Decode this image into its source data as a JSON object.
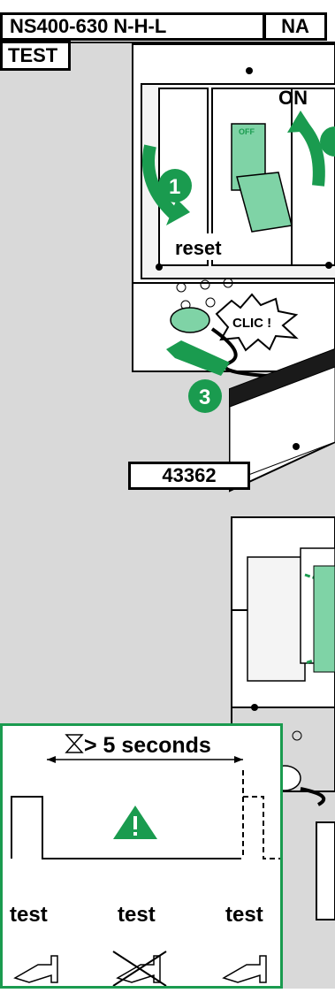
{
  "header": {
    "model": "NS400-630 N-H-L",
    "variant": "NA",
    "section": "TEST"
  },
  "illustration": {
    "step_1": "1",
    "step_3": "3",
    "on_label": "ON",
    "reset_label": "reset",
    "clic_label": "CLIC !",
    "off_label": "OFF",
    "device_code": "43362"
  },
  "timing_panel": {
    "title": "> 5 seconds",
    "test_labels": [
      "test",
      "test",
      "test"
    ],
    "accent_color": "#1a9b4f"
  },
  "colors": {
    "green": "#1a9b4f",
    "light_green": "#7fd3a6",
    "gray": "#d9d9d9"
  }
}
